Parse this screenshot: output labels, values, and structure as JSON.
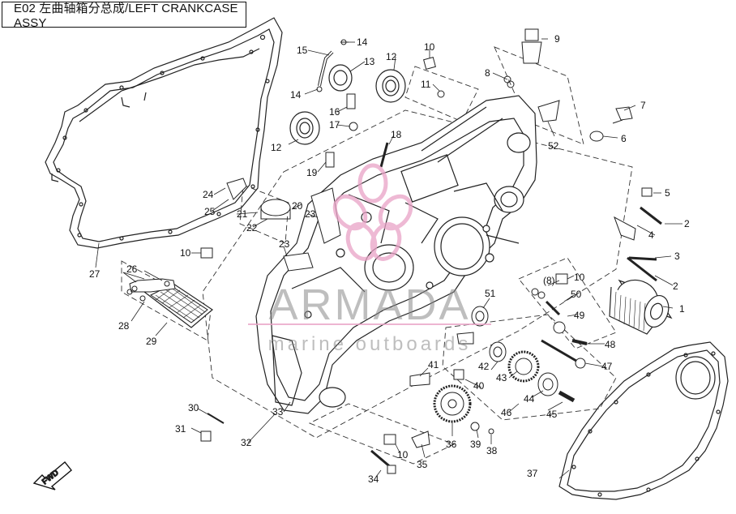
{
  "title": "E02 左曲轴箱分总成/LEFT CRANKCASE ASSY",
  "watermark": {
    "brand": "ARMADA",
    "tagline": "marine outboards"
  },
  "fwd_label": "FWD",
  "callouts": [
    {
      "id": "c1",
      "text": "1"
    },
    {
      "id": "c2a",
      "text": "2"
    },
    {
      "id": "c2b",
      "text": "2"
    },
    {
      "id": "c3",
      "text": "3"
    },
    {
      "id": "c4",
      "text": "4"
    },
    {
      "id": "c5",
      "text": "5"
    },
    {
      "id": "c6",
      "text": "6"
    },
    {
      "id": "c7",
      "text": "7"
    },
    {
      "id": "c8",
      "text": "8"
    },
    {
      "id": "c8p",
      "text": "(8)"
    },
    {
      "id": "c9",
      "text": "9"
    },
    {
      "id": "c10a",
      "text": "10"
    },
    {
      "id": "c10b",
      "text": "10"
    },
    {
      "id": "c10c",
      "text": "10"
    },
    {
      "id": "c10d",
      "text": "10"
    },
    {
      "id": "c11",
      "text": "11"
    },
    {
      "id": "c12a",
      "text": "12"
    },
    {
      "id": "c12b",
      "text": "12"
    },
    {
      "id": "c13",
      "text": "13"
    },
    {
      "id": "c14a",
      "text": "14"
    },
    {
      "id": "c14b",
      "text": "14"
    },
    {
      "id": "c15",
      "text": "15"
    },
    {
      "id": "c16",
      "text": "16"
    },
    {
      "id": "c17",
      "text": "17"
    },
    {
      "id": "c18",
      "text": "18"
    },
    {
      "id": "c19",
      "text": "19"
    },
    {
      "id": "c20",
      "text": "20"
    },
    {
      "id": "c21",
      "text": "21"
    },
    {
      "id": "c22",
      "text": "22"
    },
    {
      "id": "c23a",
      "text": "23"
    },
    {
      "id": "c23b",
      "text": "23"
    },
    {
      "id": "c24",
      "text": "24"
    },
    {
      "id": "c25",
      "text": "25"
    },
    {
      "id": "c26",
      "text": "26"
    },
    {
      "id": "c27",
      "text": "27"
    },
    {
      "id": "c28",
      "text": "28"
    },
    {
      "id": "c29",
      "text": "29"
    },
    {
      "id": "c30",
      "text": "30"
    },
    {
      "id": "c31",
      "text": "31"
    },
    {
      "id": "c32",
      "text": "32"
    },
    {
      "id": "c33",
      "text": "33"
    },
    {
      "id": "c34",
      "text": "34"
    },
    {
      "id": "c35",
      "text": "35"
    },
    {
      "id": "c36",
      "text": "36"
    },
    {
      "id": "c37",
      "text": "37"
    },
    {
      "id": "c38",
      "text": "38"
    },
    {
      "id": "c39",
      "text": "39"
    },
    {
      "id": "c40",
      "text": "40"
    },
    {
      "id": "c41",
      "text": "41"
    },
    {
      "id": "c42",
      "text": "42"
    },
    {
      "id": "c43",
      "text": "43"
    },
    {
      "id": "c44",
      "text": "44"
    },
    {
      "id": "c45",
      "text": "45"
    },
    {
      "id": "c46",
      "text": "46"
    },
    {
      "id": "c47",
      "text": "47"
    },
    {
      "id": "c48",
      "text": "48"
    },
    {
      "id": "c49",
      "text": "49"
    },
    {
      "id": "c50",
      "text": "50"
    },
    {
      "id": "c51",
      "text": "51"
    },
    {
      "id": "c52",
      "text": "52"
    }
  ]
}
